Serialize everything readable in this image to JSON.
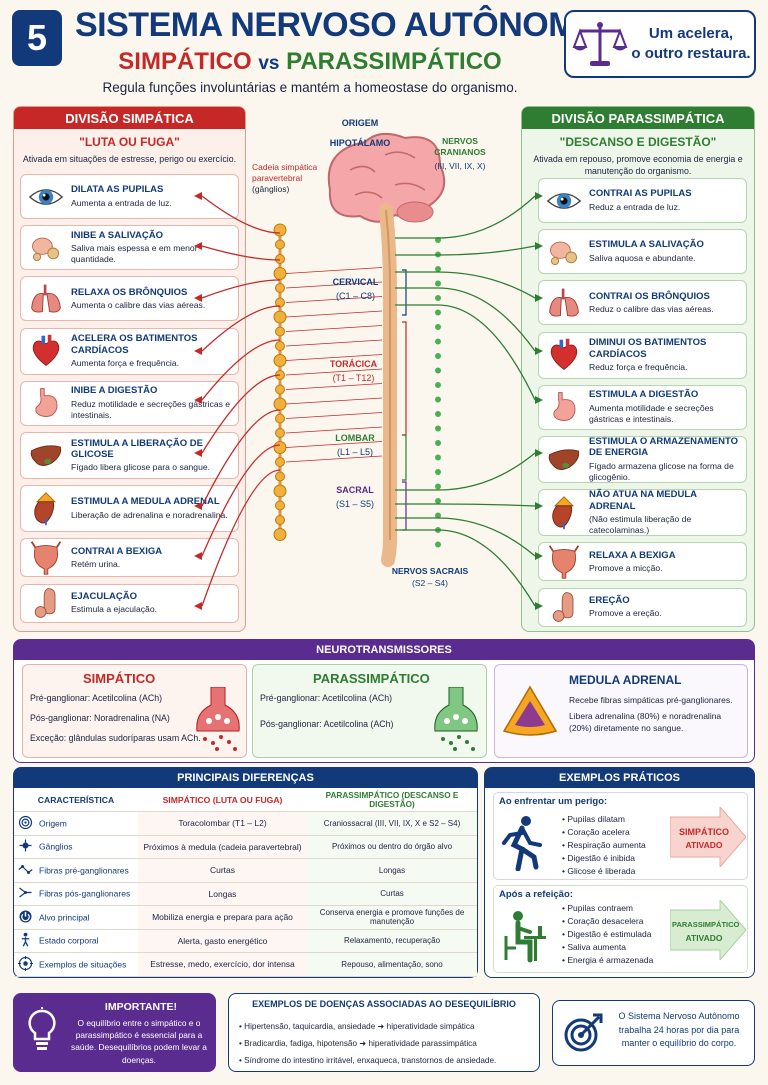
{
  "header": {
    "number": "5",
    "title": "SISTEMA NERVOSO AUTÔNOMO",
    "subtitle_simp": "SIMPÁTICO",
    "subtitle_vs": "vs",
    "subtitle_para": "PARASSIMPÁTICO",
    "tagline": "Regula funções involuntárias e mantém a homeostase do organismo.",
    "motto_line1": "Um acelera,",
    "motto_line2": "o outro restaura."
  },
  "colors": {
    "sympathetic": "#c62828",
    "parasympathetic": "#2e7d32",
    "navy": "#123a7a",
    "purple": "#5b2c8f"
  },
  "sympathetic": {
    "header": "DIVISÃO SIMPÁTICA",
    "motto": "\"LUTA OU FUGA\"",
    "desc": "Ativada em situações de estresse, perigo ou exercício.",
    "items": [
      {
        "icon": "eye-icon",
        "title": "DILATA AS PUPILAS",
        "desc": "Aumenta a entrada de luz."
      },
      {
        "icon": "salivary-gland-icon",
        "title": "INIBE A SALIVAÇÃO",
        "desc": "Saliva mais espessa e em menor quantidade."
      },
      {
        "icon": "lungs-icon",
        "title": "RELAXA OS BRÔNQUIOS",
        "desc": "Aumenta o calibre das vias aéreas."
      },
      {
        "icon": "heart-icon",
        "title": "ACELERA OS BATIMENTOS CARDÍACOS",
        "desc": "Aumenta força e frequência."
      },
      {
        "icon": "stomach-icon",
        "title": "INIBE A DIGESTÃO",
        "desc": "Reduz motilidade e secreções gástricas e intestinais."
      },
      {
        "icon": "liver-icon",
        "title": "ESTIMULA A LIBERAÇÃO DE GLICOSE",
        "desc": "Fígado libera glicose para o sangue."
      },
      {
        "icon": "adrenal-gland-icon",
        "title": "ESTIMULA A MEDULA ADRENAL",
        "desc": "Liberação de adrenalina e noradrenalina."
      },
      {
        "icon": "bladder-icon",
        "title": "CONTRAI A BEXIGA",
        "desc": "Retém urina."
      },
      {
        "icon": "reproductive-organ-icon",
        "title": "EJACULAÇÃO",
        "desc": "Estimula a ejaculação."
      }
    ]
  },
  "parasympathetic": {
    "header": "DIVISÃO PARASSIMPÁTICA",
    "motto": "\"DESCANSO E DIGESTÃO\"",
    "desc": "Ativada em repouso, promove economia de energia e manutenção do organismo.",
    "items": [
      {
        "icon": "eye-icon",
        "title": "CONTRAI AS PUPILAS",
        "desc": "Reduz a entrada de luz."
      },
      {
        "icon": "salivary-gland-icon",
        "title": "ESTIMULA A SALIVAÇÃO",
        "desc": "Saliva aquosa e abundante."
      },
      {
        "icon": "lungs-icon",
        "title": "CONTRAI OS BRÔNQUIOS",
        "desc": "Reduz o calibre das vias aéreas."
      },
      {
        "icon": "heart-icon",
        "title": "DIMINUI OS BATIMENTOS CARDÍACOS",
        "desc": "Reduz força e frequência."
      },
      {
        "icon": "stomach-icon",
        "title": "ESTIMULA A DIGESTÃO",
        "desc": "Aumenta motilidade e secreções gástricas e intestinais."
      },
      {
        "icon": "liver-icon",
        "title": "ESTIMULA O ARMAZENAMENTO DE ENERGIA",
        "desc": "Fígado armazena glicose na forma de glicogênio."
      },
      {
        "icon": "adrenal-gland-icon",
        "title": "NÃO ATUA NA MEDULA ADRENAL",
        "desc": "(Não estimula liberação de catecolaminas.)"
      },
      {
        "icon": "bladder-icon",
        "title": "RELAXA A BEXIGA",
        "desc": "Promove a micção."
      },
      {
        "icon": "reproductive-organ-icon",
        "title": "EREÇÃO",
        "desc": "Promove a ereção."
      }
    ]
  },
  "center": {
    "origin": "ORIGEM",
    "hypothalamus": "HIPOTÁLAMO",
    "chain_label": "Cadeia simpática paravertebral",
    "chain_sub": "(gânglios)",
    "cranial_title": "NERVOS CRANIANOS",
    "cranial_sub": "(III, VII, IX, X)",
    "cervical": "CERVICAL",
    "cervical_range": "(C1 – C8)",
    "thoracic": "TORÁCICA",
    "thoracic_range": "(T1 – T12)",
    "lumbar": "LOMBAR",
    "lumbar_range": "(L1 – L5)",
    "sacral": "SACRAL",
    "sacral_range": "(S1 – S5)",
    "sacral_nerves": "NERVOS SACRAIS",
    "sacral_nerves_range": "(S2 – S4)"
  },
  "neuro": {
    "header": "NEUROTRANSMISSORES",
    "simp_title": "SIMPÁTICO",
    "simp_lines": [
      "Pré-ganglionar: Acetilcolina (ACh)",
      "Pós-ganglionar: Noradrenalina (NA)",
      "Exceção: glândulas sudoríparas usam ACh."
    ],
    "para_title": "PARASSIMPÁTICO",
    "para_lines": [
      "Pré-ganglionar: Acetilcolina (ACh)",
      "Pós-ganglionar: Acetilcolina (ACh)"
    ],
    "adrenal_title": "MEDULA ADRENAL",
    "adrenal_lines": [
      "Recebe fibras simpáticas pré-ganglionares.",
      "Libera adrenalina (80%) e noradrenalina (20%) diretamente no sangue."
    ]
  },
  "differences": {
    "header": "PRINCIPAIS DIFERENÇAS",
    "col_char": "CARACTERÍSTICA",
    "col_simp": "SIMPÁTICO (LUTA OU FUGA)",
    "col_para": "PARASSIMPÁTICO (DESCANSO E DIGESTÃO)",
    "rows": [
      {
        "icon": "target-icon",
        "label": "Origem",
        "simp": "Toracolombar (T1 – L2)",
        "para": "Craniossacral (III, VII, IX, X e S2 – S4)"
      },
      {
        "icon": "ganglion-icon",
        "label": "Gânglios",
        "simp": "Próximos à medula (cadeia paravertebral)",
        "para": "Próximos ou dentro do órgão alvo"
      },
      {
        "icon": "fiber-icon",
        "label": "Fibras pré-ganglionares",
        "simp": "Curtas",
        "para": "Longas"
      },
      {
        "icon": "fiber-post-icon",
        "label": "Fibras pós-ganglionares",
        "simp": "Longas",
        "para": "Curtas"
      },
      {
        "icon": "power-icon",
        "label": "Alvo principal",
        "simp": "Mobiliza energia e prepara para ação",
        "para": "Conserva energia e promove funções de manutenção"
      },
      {
        "icon": "person-icon",
        "label": "Estado corporal",
        "simp": "Alerta, gasto energético",
        "para": "Relaxamento, recuperação"
      },
      {
        "icon": "examples-icon",
        "label": "Exemplos de situações",
        "simp": "Estresse, medo, exercício, dor intensa",
        "para": "Repouso, alimentação, sono"
      }
    ]
  },
  "examples": {
    "header": "EXEMPLOS PRÁTICOS",
    "danger_title": "Ao enfrentar um perigo:",
    "danger_items": [
      "Pupilas dilatam",
      "Coração acelera",
      "Respiração aumenta",
      "Digestão é inibida",
      "Glicose é liberada"
    ],
    "danger_result1": "SIMPÁTICO",
    "danger_result2": "ATIVADO",
    "meal_title": "Após a refeição:",
    "meal_items": [
      "Pupilas contraem",
      "Coração desacelera",
      "Digestão é estimulada",
      "Saliva aumenta",
      "Energia é armazenada"
    ],
    "meal_result1": "PARASSIMPÁTICO",
    "meal_result2": "ATIVADO"
  },
  "important": {
    "title": "IMPORTANTE!",
    "text": "O equilíbrio entre o simpático e o parassimpático é essencial para a saúde. Desequilíbrios podem levar a doenças."
  },
  "diseases": {
    "title": "EXEMPLOS DE DOENÇAS ASSOCIADAS AO DESEQUILÍBRIO",
    "items": [
      {
        "cause": "Hipertensão, taquicardia, ansiedade",
        "effect": "hiperatividade simpática"
      },
      {
        "cause": "Bradicardia, fadiga, hipotensão",
        "effect": "hiperatividade parassimpática"
      },
      {
        "cause": "Síndrome do intestino irritável, enxaqueca, transtornos de ansiedade.",
        "effect": ""
      }
    ]
  },
  "footer": {
    "text": "O Sistema Nervoso Autônomo trabalha 24 horas por dia para manter o equilíbrio do corpo."
  }
}
